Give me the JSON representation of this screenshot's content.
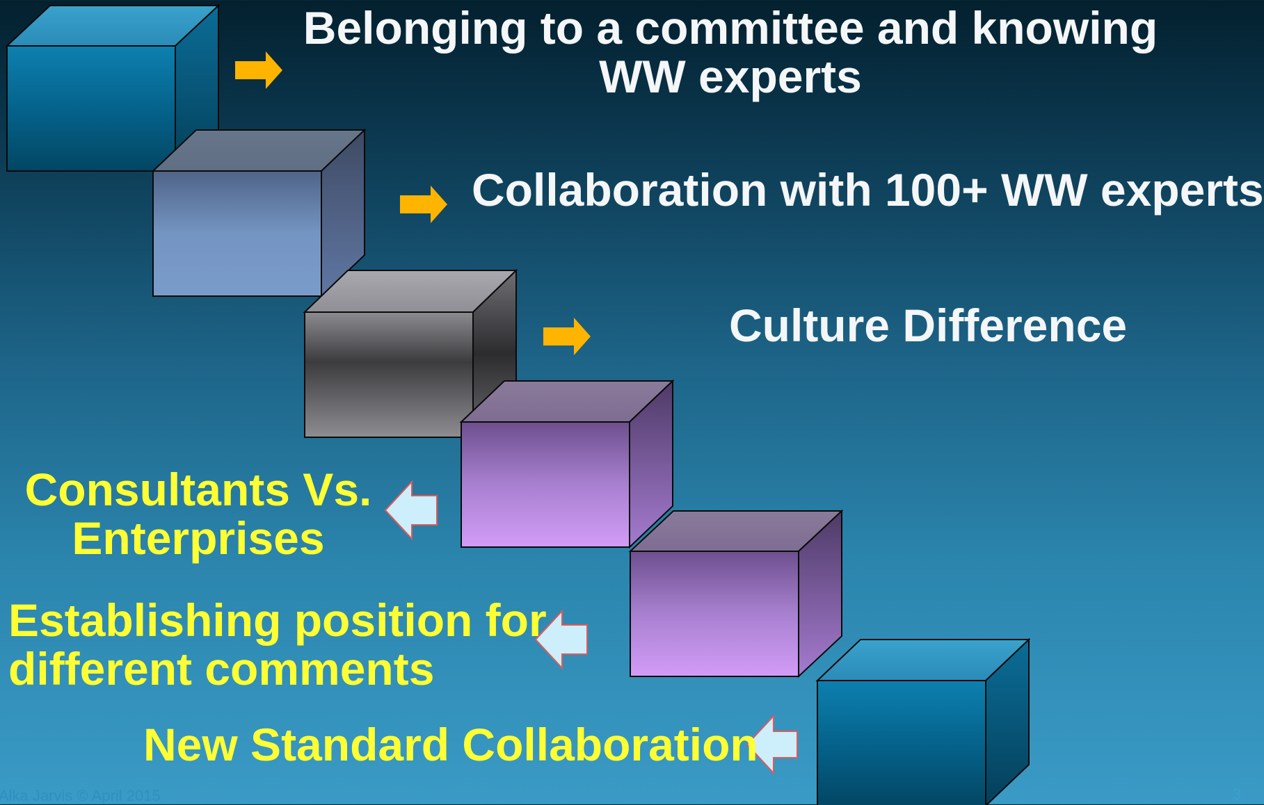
{
  "slide": {
    "steps": [
      {
        "label": "Belonging to a committee and knowing\nWW experts",
        "color": "#ffffff"
      },
      {
        "label": "Collaboration with 100+ WW experts",
        "color": "#ffffff"
      },
      {
        "label": "Culture Difference",
        "color": "#ffffff"
      },
      {
        "label": "Consultants Vs.\nEnterprises",
        "color": "#ffff33"
      },
      {
        "label": "Establishing position for\ndifferent comments",
        "color": "#ffff33"
      },
      {
        "label": "New Standard Collaboration",
        "color": "#ffff33"
      }
    ],
    "footer": {
      "credit": "Alka Jarvis © April 2015",
      "page_number": "3"
    }
  },
  "colors": {
    "cube_1": "#0b6d97",
    "cube_2": "#6f8fbd",
    "cube_3": "#4a4a4e",
    "cube_4": "#b58ae0",
    "cube_5": "#b58ae0",
    "cube_6": "#0b6d97",
    "arrow_right": "#ffb000",
    "arrow_left": "#cdeefb",
    "arrow_left_outline": "#e05050"
  },
  "icons": {
    "right_arrows": "arrow-right-icon",
    "left_arrows": "arrow-left-icon"
  }
}
